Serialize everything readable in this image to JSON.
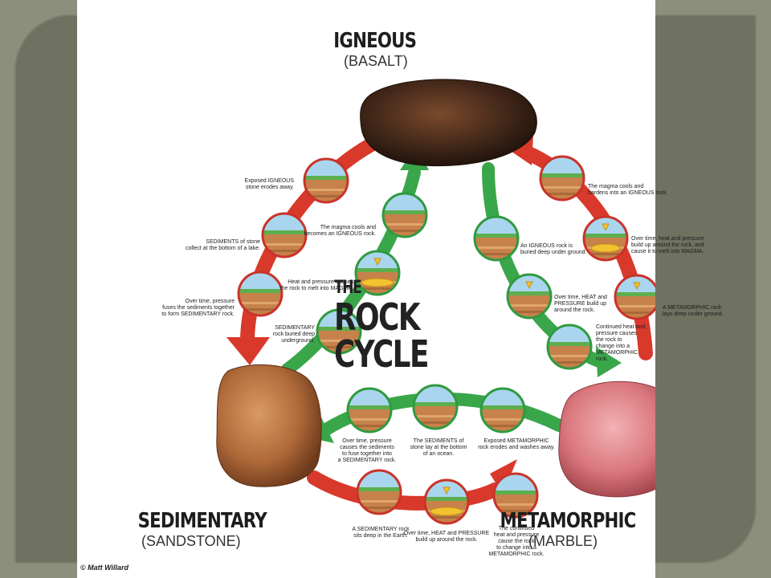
{
  "rocks": {
    "igneous": {
      "name": "IGNEOUS",
      "example": "(BASALT)"
    },
    "sedimentary": {
      "name": "SEDIMENTARY",
      "example": "(SANDSTONE)"
    },
    "metamorphic": {
      "name": "METAMORPHIC",
      "example": "(MARBLE)"
    }
  },
  "title": {
    "line1": "THE",
    "line2": "ROCK",
    "line3": "CYCLE"
  },
  "captions": {
    "igneous_erodes": [
      "Exposed IGNEOUS",
      "stone erodes away."
    ],
    "sediments_lake": [
      "SEDIMENTS of stone",
      "collect at the bottom of a lake."
    ],
    "pressure_fuses": [
      "Over time, pressure",
      "fuses the sediments together",
      "to form SEDIMENTARY rock."
    ],
    "magma_cools_inner": [
      "The magma cools and",
      "becomes an IGNEOUS rock."
    ],
    "heat_melt_inner": [
      "Heat and pressure causes",
      "the rock to melt into MAGMA."
    ],
    "sedimentary_buried": [
      "SEDIMENTARY",
      "rock buried deep",
      "underground."
    ],
    "igneous_buried": [
      "An IGNEOUS rock is",
      "buried deep under ground."
    ],
    "heat_pressure_build": [
      "Over time, HEAT and",
      "PRESSURE build up",
      "around the rock."
    ],
    "continued_heat": [
      "Continued heat and",
      "pressure causes",
      "the rock to",
      "change into a",
      "METAMORPHIC",
      "rock."
    ],
    "magma_cools_outer": [
      "The magma cools and",
      "hardens into an IGNEOUS rock."
    ],
    "heat_melt_outer": [
      "Over time, heat and pressure",
      "build up around the rock, and",
      "cause it to melt into MAGMA."
    ],
    "metamorphic_lays": [
      "A METAMORPHIC rock",
      "lays deep under ground."
    ],
    "pressure_sediments": [
      "Over time, pressure",
      "causes the sediments",
      "to fuse together into",
      "a SEDIMENTARY rock."
    ],
    "sediments_ocean": [
      "The SEDIMENTS of",
      "stone lay at the bottom",
      "of an ocean."
    ],
    "metamorphic_erodes": [
      "Exposed METAMORPHIC",
      "rock erodes and washes away."
    ],
    "sedimentary_deep": [
      "A SEDIMENTARY rock",
      "sits deep in the Earth."
    ],
    "heat_pressure_bottom": [
      "Over time, HEAT and PRESSURE",
      "build up around the rock."
    ],
    "continued_heat_bottom": [
      "The continued",
      "heat and pressure",
      "cause the rock",
      "to change into a",
      "METAMORPHIC rock."
    ]
  },
  "credit": "© Matt Willard",
  "colors": {
    "red_arrow": "#d8392b",
    "green_arrow": "#3aa64a",
    "igneous_rock": "#4a2c1c",
    "sedimentary_rock": "#b06a3a",
    "metamorphic_rock": "#d9777c",
    "sky": "#a9d6ee",
    "earth": "#c7814a",
    "magma": "#f2c230"
  },
  "icons": [
    "igneous-rock-icon",
    "sedimentary-rock-icon",
    "metamorphic-rock-icon",
    "cycle-arrow-icon",
    "stage-circle-icon"
  ]
}
